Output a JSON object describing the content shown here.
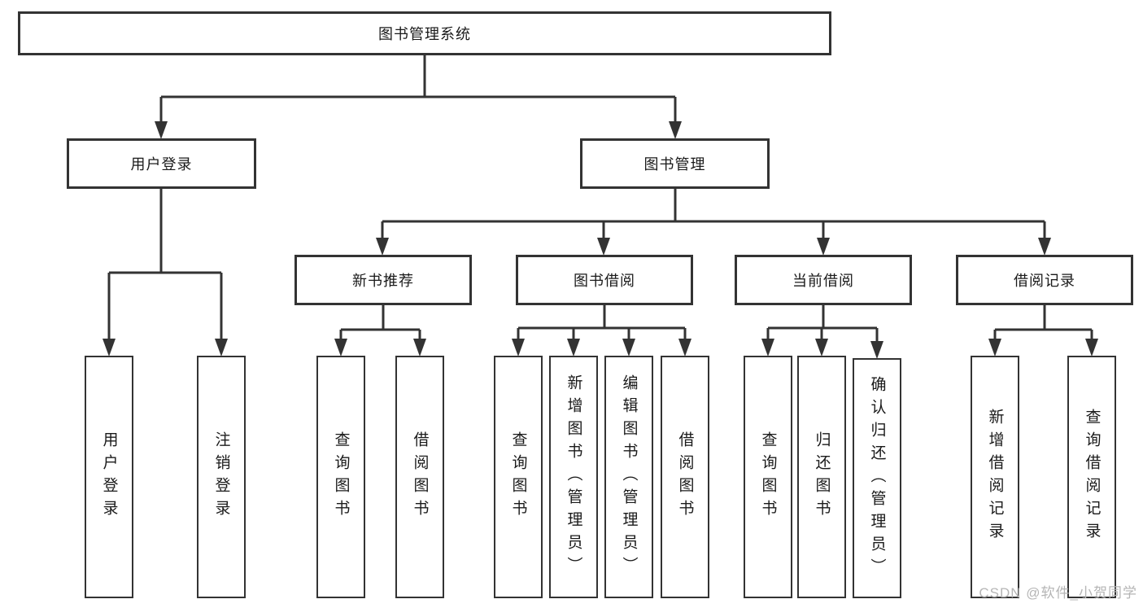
{
  "tree": {
    "root": "图书管理系统",
    "branches": [
      {
        "label": "用户登录",
        "children": [
          "用户登录",
          "注销登录"
        ]
      },
      {
        "label": "图书管理",
        "sections": [
          {
            "label": "新书推荐",
            "children": [
              "查询图书",
              "借阅图书"
            ]
          },
          {
            "label": "图书借阅",
            "children": [
              "查询图书",
              "新增图书（管理员）",
              "编辑图书（管理员）",
              "借阅图书"
            ]
          },
          {
            "label": "当前借阅",
            "children": [
              "查询图书",
              "归还图书",
              "确认归还（管理员）"
            ]
          },
          {
            "label": "借阅记录",
            "children": [
              "新增借阅记录",
              "查询借阅记录"
            ]
          }
        ]
      }
    ]
  },
  "watermark": "CSDN @软件_小贺同学",
  "colors": {
    "line": "#333333",
    "text": "#1a1a1a",
    "watermark": "#b5b5b5",
    "background": "#ffffff"
  }
}
